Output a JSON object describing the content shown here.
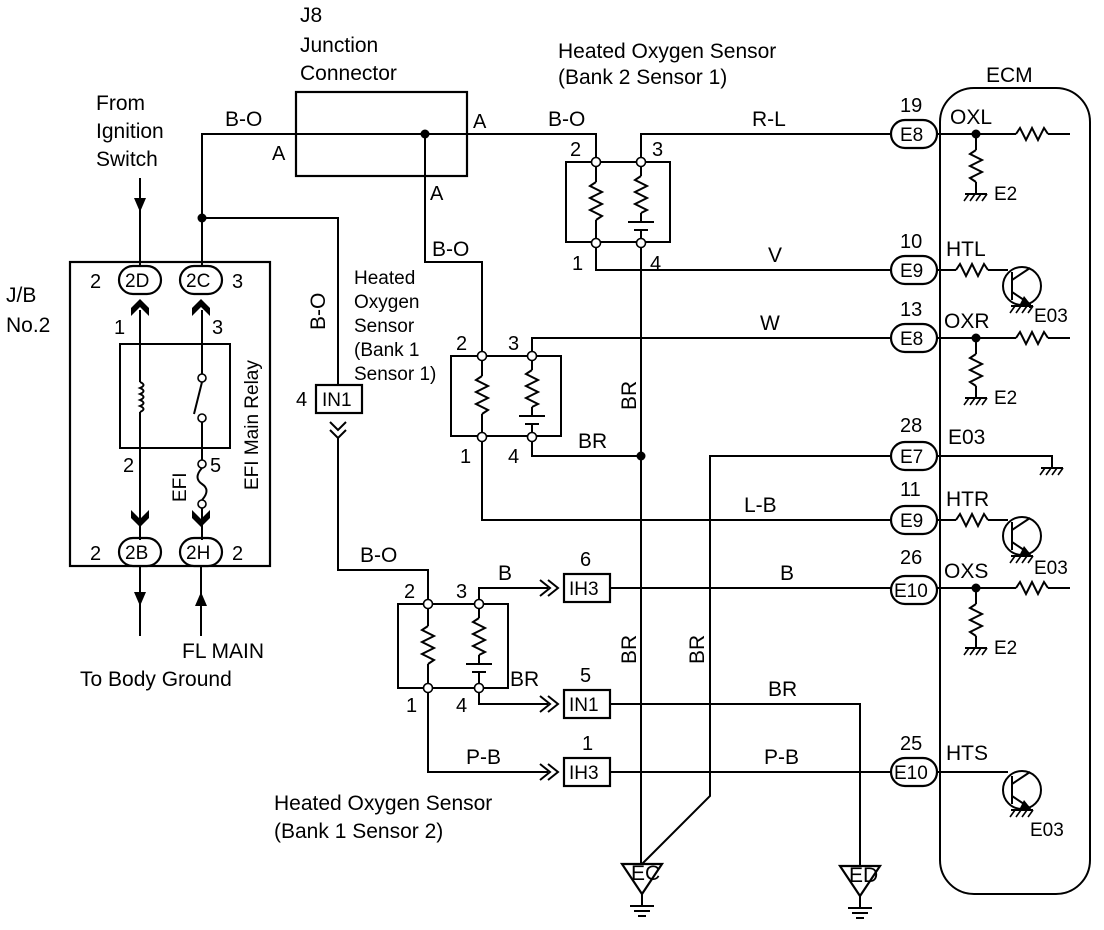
{
  "labels": {
    "j8_title": "J8",
    "j8_sub1": "Junction",
    "j8_sub2": "Connector",
    "hos_b2s1_line1": "Heated Oxygen Sensor",
    "hos_b2s1_line2": "(Bank 2 Sensor 1)",
    "ecm": "ECM",
    "from_ign_1": "From",
    "from_ign_2": "Ignition",
    "from_ign_3": "Switch",
    "jb_1": "J/B",
    "jb_2": "No.2",
    "efi_main_relay": "EFI Main Relay",
    "efi_fuse": "EFI",
    "hos_b1s1_1": "Heated",
    "hos_b1s1_2": "Oxygen",
    "hos_b1s1_3": "Sensor",
    "hos_b1s1_4": "(Bank 1",
    "hos_b1s1_5": "Sensor 1)",
    "fl_main": "FL MAIN",
    "to_body_ground": "To Body Ground",
    "hos_b1s2_line1": "Heated Oxygen Sensor",
    "hos_b1s2_line2": "(Bank 1 Sensor 2)"
  },
  "wires": {
    "bo_left": "B-O",
    "bo_right": "B-O",
    "bo_mid": "B-O",
    "bo_vertical": "B-O",
    "bo_lower": "B-O",
    "rl": "R-L",
    "v": "V",
    "w": "W",
    "br_b1s1": "BR",
    "br_vertical_main": "BR",
    "lb": "L-B",
    "b_short": "B",
    "b_long": "B",
    "br_v2": "BR",
    "br_v3": "BR",
    "br_b1s2": "BR",
    "br_in1": "BR",
    "pb_left": "P-B",
    "pb_right": "P-B"
  },
  "pins": {
    "j8_a_left": "A",
    "j8_a_right": "A",
    "j8_a_bottom": "A",
    "s21_p2": "2",
    "s21_p3": "3",
    "s21_p1": "1",
    "s21_p4": "4",
    "s11_p2": "2",
    "s11_p3": "3",
    "s11_p1": "1",
    "s11_p4": "4",
    "s12_p2": "2",
    "s12_p3": "3",
    "s12_p1": "1",
    "s12_p4": "4",
    "jb_2d_pin": "2",
    "jb_2c_pin": "3",
    "jb_2b_pin": "2",
    "jb_2h_pin": "2",
    "relay_1": "1",
    "relay_3": "3",
    "relay_2": "2",
    "relay_5": "5",
    "in1_upper_pin": "4",
    "ih3_upper_pin": "6",
    "in1_lower_pin": "5",
    "ih3_lower_pin": "1"
  },
  "connectors": {
    "jb_2d": "2D",
    "jb_2c": "2C",
    "jb_2b": "2B",
    "jb_2h": "2H",
    "in1_upper": "IN1",
    "ih3_upper": "IH3",
    "in1_lower": "IN1",
    "ih3_lower": "IH3"
  },
  "ecm_terminals": [
    {
      "pin": "19",
      "conn": "E8",
      "signal": "OXL"
    },
    {
      "pin": "10",
      "conn": "E9",
      "signal": "HTL"
    },
    {
      "pin": "13",
      "conn": "E8",
      "signal": "OXR"
    },
    {
      "pin": "28",
      "conn": "E7",
      "signal": "E03"
    },
    {
      "pin": "11",
      "conn": "E9",
      "signal": "HTR"
    },
    {
      "pin": "26",
      "conn": "E10",
      "signal": "OXS"
    },
    {
      "pin": "25",
      "conn": "E10",
      "signal": "HTS"
    }
  ],
  "ecm_internal": {
    "e2_a": "E2",
    "e2_b": "E2",
    "e2_c": "E2",
    "e03_a": "E03",
    "e03_b": "E03",
    "e03_c": "E03",
    "e03_d": "E03"
  },
  "grounds": {
    "ec": "EC",
    "ed": "ED"
  }
}
